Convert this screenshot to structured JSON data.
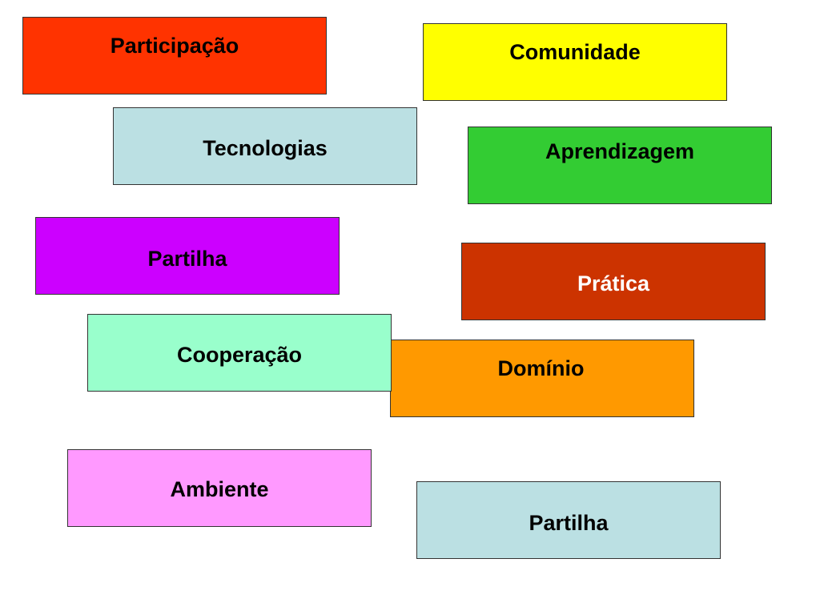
{
  "boxes": {
    "participacao": {
      "label": "Participação",
      "color": "#ff3300"
    },
    "comunidade": {
      "label": "Comunidade",
      "color": "#ffff00"
    },
    "tecnologias": {
      "label": "Tecnologias",
      "color": "#bbe0e3"
    },
    "aprendizagem": {
      "label": "Aprendizagem",
      "color": "#33cc33"
    },
    "partilha1": {
      "label": "Partilha",
      "color": "#cc00ff"
    },
    "pratica": {
      "label": "Prática",
      "color": "#cc3300"
    },
    "dominio": {
      "label": "Domínio",
      "color": "#ff9900"
    },
    "cooperacao": {
      "label": "Cooperação",
      "color": "#99ffcc"
    },
    "ambiente": {
      "label": "Ambiente",
      "color": "#ff99ff"
    },
    "partilha2": {
      "label": "Partilha",
      "color": "#bbe0e3"
    }
  }
}
